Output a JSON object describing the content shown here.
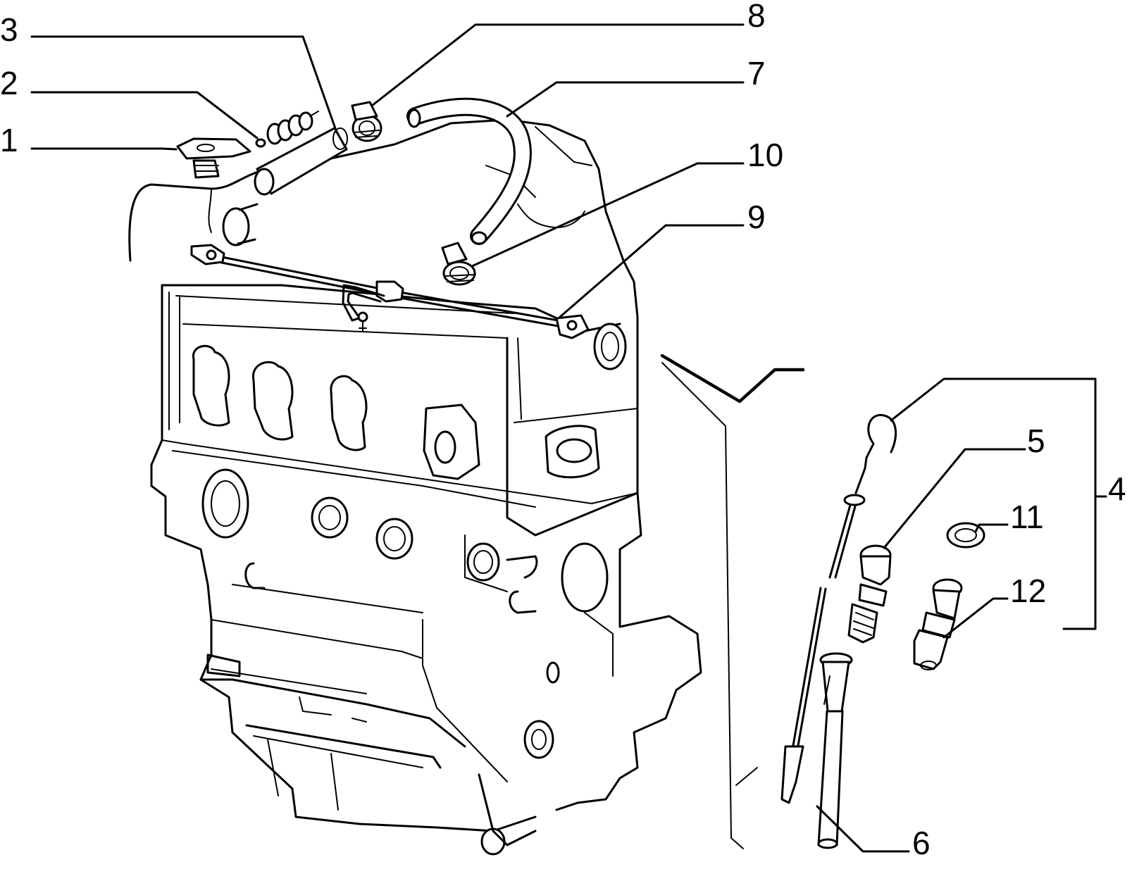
{
  "diagram": {
    "background": "#ffffff",
    "ink": "#000000",
    "callouts": [
      {
        "id": "c1",
        "label": "1"
      },
      {
        "id": "c2",
        "label": "2"
      },
      {
        "id": "c3",
        "label": "3"
      },
      {
        "id": "c4",
        "label": "4"
      },
      {
        "id": "c5",
        "label": "5"
      },
      {
        "id": "c6",
        "label": "6"
      },
      {
        "id": "c7",
        "label": "7"
      },
      {
        "id": "c8",
        "label": "8"
      },
      {
        "id": "c9",
        "label": "9"
      },
      {
        "id": "c10",
        "label": "10"
      },
      {
        "id": "c11",
        "label": "11"
      },
      {
        "id": "c12",
        "label": "12"
      }
    ]
  }
}
